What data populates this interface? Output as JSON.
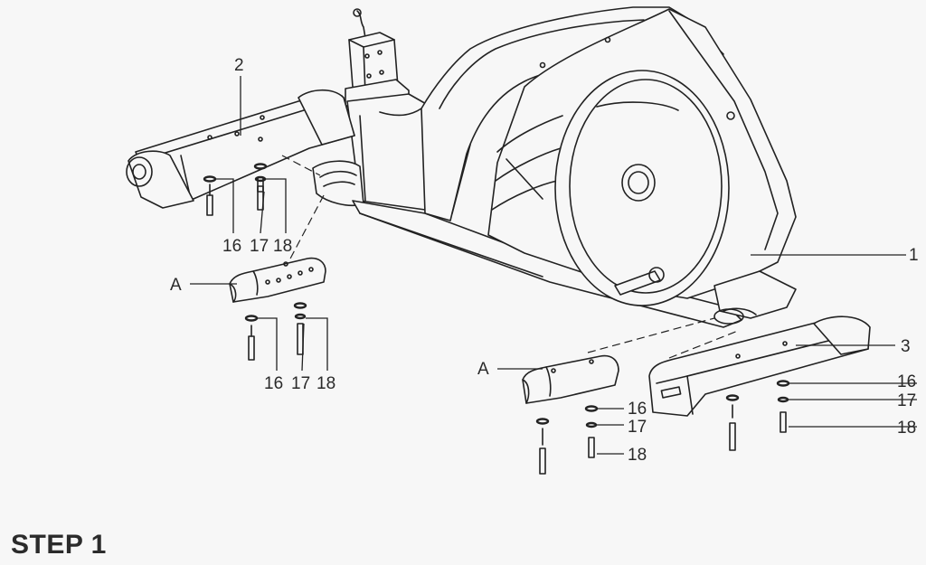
{
  "step": {
    "title": "STEP 1"
  },
  "callouts": {
    "frame": "1",
    "front_stabilizer": "2",
    "rear_stabilizer": "3",
    "cover_left": "A",
    "cover_right": "A"
  },
  "hardware": {
    "front": {
      "washer": "16",
      "spring_washer": "17",
      "bolt": "18"
    },
    "cover_left": {
      "washer": "16",
      "spring_washer": "17",
      "bolt": "18"
    },
    "cover_right": {
      "washer": "16",
      "spring_washer": "17",
      "bolt": "18"
    },
    "rear": {
      "washer": "16",
      "spring_washer": "17",
      "bolt": "18"
    }
  }
}
